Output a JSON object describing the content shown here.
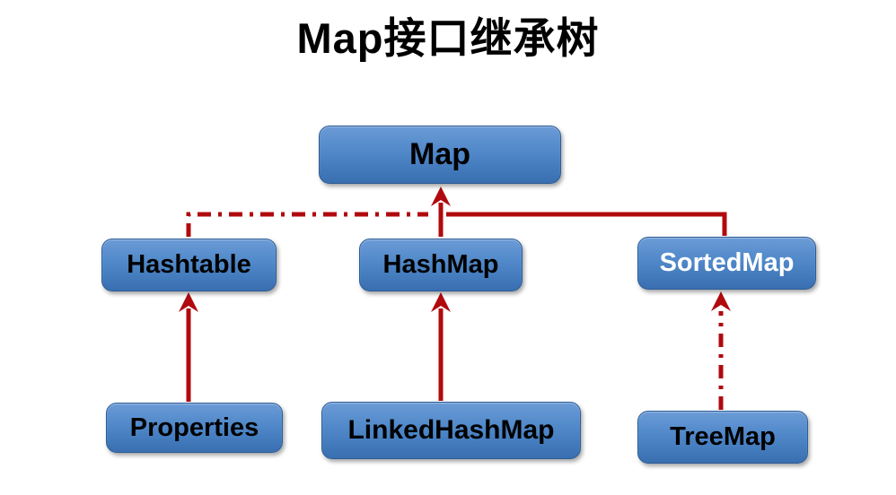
{
  "title": "Map接口继承树",
  "colors": {
    "arrow": "#b00a0e",
    "box_gradient_top": "#6b9bd6",
    "box_gradient_bottom": "#3a6fb0",
    "box_border": "#2d5d96",
    "title_color": "#000000"
  },
  "diagram": {
    "nodes": [
      {
        "id": "map",
        "label": "Map",
        "text_color": "#000000"
      },
      {
        "id": "hashtable",
        "label": "Hashtable",
        "text_color": "#000000"
      },
      {
        "id": "hashmap",
        "label": "HashMap",
        "text_color": "#000000"
      },
      {
        "id": "sortedmap",
        "label": "SortedMap",
        "text_color": "#ffffff"
      },
      {
        "id": "properties",
        "label": "Properties",
        "text_color": "#000000"
      },
      {
        "id": "linkedhashmap",
        "label": "LinkedHashMap",
        "text_color": "#000000"
      },
      {
        "id": "treemap",
        "label": "TreeMap",
        "text_color": "#000000"
      }
    ],
    "edges": [
      {
        "from": "HashMap",
        "to": "Map",
        "style": "solid",
        "arrow": "up"
      },
      {
        "from": "Hashtable",
        "to": "Map",
        "style": "dash-dot",
        "arrow": "none-joins-trunk"
      },
      {
        "from": "SortedMap",
        "to": "Map",
        "style": "solid",
        "arrow": "none-joins-trunk"
      },
      {
        "from": "Properties",
        "to": "Hashtable",
        "style": "solid",
        "arrow": "up"
      },
      {
        "from": "LinkedHashMap",
        "to": "HashMap",
        "style": "solid",
        "arrow": "up"
      },
      {
        "from": "TreeMap",
        "to": "SortedMap",
        "style": "dash-dot",
        "arrow": "up"
      }
    ]
  }
}
